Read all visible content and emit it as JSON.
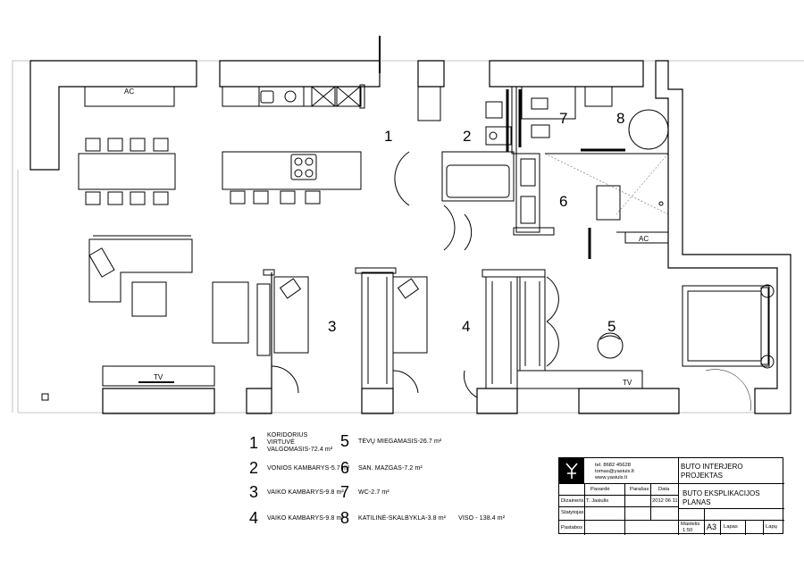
{
  "rooms": [
    {
      "num": "1"
    },
    {
      "num": "2"
    },
    {
      "num": "3"
    },
    {
      "num": "4"
    },
    {
      "num": "5"
    },
    {
      "num": "6"
    },
    {
      "num": "7"
    },
    {
      "num": "8"
    }
  ],
  "equipment": {
    "ac_top": "AC",
    "ac_right": "AC",
    "tv_left": "TV",
    "tv_right": "TV"
  },
  "legend": [
    {
      "num": "1",
      "lines": [
        "KORIDORIUS",
        "VIRTUVĖ",
        "VALGOMASIS-72.4 m²"
      ]
    },
    {
      "num": "2",
      "lines": [
        "VONIOS KAMBARYS-5.7 m²"
      ]
    },
    {
      "num": "3",
      "lines": [
        "VAIKO KAMBARYS-9.8 m²"
      ]
    },
    {
      "num": "4",
      "lines": [
        "VAIKO KAMBARYS-9.8 m²"
      ]
    },
    {
      "num": "5",
      "lines": [
        "TĖVŲ MIEGAMASIS-26.7 m²"
      ]
    },
    {
      "num": "6",
      "lines": [
        "SAN. MAZGAS-7.2 m²"
      ]
    },
    {
      "num": "7",
      "lines": [
        "WC-2.7 m²"
      ]
    },
    {
      "num": "8",
      "lines": [
        "KATILINĖ-SKALBYKLA-3.8 m²"
      ]
    }
  ],
  "total": "VISO - 138.4 m²",
  "title_block": {
    "phone": "tel. 8682 45628",
    "email": "tomas@yasiuis.lt",
    "web": "www.yasiuls.lt",
    "project_title": [
      "BUTO INTERJERO",
      "PROJEKTAS"
    ],
    "col_surname": "Pavardė",
    "col_signature": "Parašas",
    "col_date": "Data",
    "row_designer": "Dizaineris",
    "designer_name": "T. Jasiulis",
    "designer_date": "2012 06 11",
    "row_builder": "Statytojas",
    "row_changes": "Pastabos",
    "sheet_title": [
      "BUTO EKSPLIKACIJOS",
      "PLANAS"
    ],
    "scale_label": "Mastelis",
    "scale_value": "1:50",
    "format": "A3",
    "sheet_label": "Lapas",
    "sheets_label": "Lapų"
  }
}
